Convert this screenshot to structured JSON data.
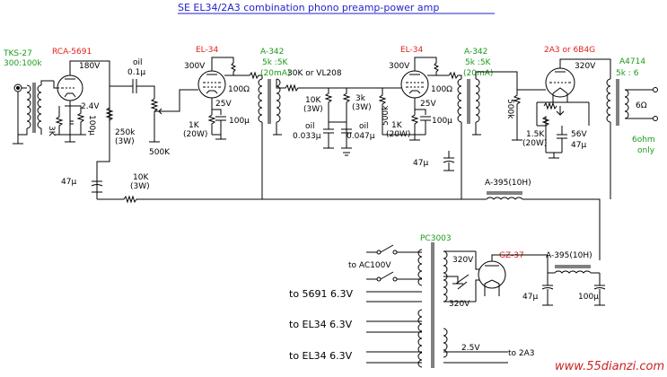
{
  "title": "SE EL34/2A3 combination phono preamp-power amp",
  "labels": {
    "tks27": "TKS-27",
    "tks27_ratio": "300:100k",
    "rca5691": "RCA-5691",
    "v180": "180V",
    "oil1": "oil",
    "c01u": "0.1μ",
    "r250k": "250k",
    "r250k_w": "(3W)",
    "v24": "2.4V",
    "c100u_1": "100μ",
    "r3k": "3K",
    "r500k": "500K",
    "c47u_1": "47μ",
    "r10k": "10K",
    "r10k_w": "(3W)",
    "el34_1": "EL-34",
    "v300_1": "300V",
    "r100ohm_1": "100Ω",
    "v25_1": "25V",
    "r1k_1": "1K",
    "r1k_1w": "(20W)",
    "c100u_2": "100μ",
    "a342_1": "A-342",
    "a342_1r": "5k :5K",
    "a342_1c": "(20mA)",
    "r30k": "30K or VL208",
    "r10k_2": "10K",
    "r10k_2w": "(3W)",
    "r3k_2": "3k",
    "r3k_2w": "(3W)",
    "oil2": "oil",
    "c0033": "0.033μ",
    "oil3": "oil",
    "c0047": "0.047μ",
    "el34_2": "EL-34",
    "v300_2": "300V",
    "r500k_2": "500k",
    "r100ohm_2": "100Ω",
    "v25_2": "25V",
    "r1k_2": "1K",
    "r1k_2w": "(20W)",
    "c100u_3": "100μ",
    "c47u_2": "47μ",
    "a342_2": "A-342",
    "a342_2r": "5k :5K",
    "a342_2c": "(20mA)",
    "r500k_3": "500k",
    "tube_2a3": "2A3 or 6B4G",
    "v320_1": "320V",
    "r15k": "1.5K",
    "r15k_w": "(20W)",
    "v56": "56V",
    "c47u_3": "47μ",
    "a4714": "A4714",
    "a4714r": "5k : 6",
    "ohm6": "6Ω",
    "ohm6only": "6ohm",
    "only": "only",
    "a395_1": "A-395(10H)",
    "pc3003": "PC3003",
    "ac100": "to AC100V",
    "v320_2": "320V",
    "v320_3": "320V",
    "gz37": "GZ-37",
    "a395_2": "A-395(10H)",
    "c47u_4": "47μ",
    "c100u_4": "100μ",
    "h5691": "to 5691  6.3V",
    "hel34a": "to EL34  6.3V",
    "hel34b": "to EL34  6.3V",
    "v25h": "2.5V",
    "to2a3": "to 2A3",
    "watermark": "www.55dianzi.com"
  }
}
